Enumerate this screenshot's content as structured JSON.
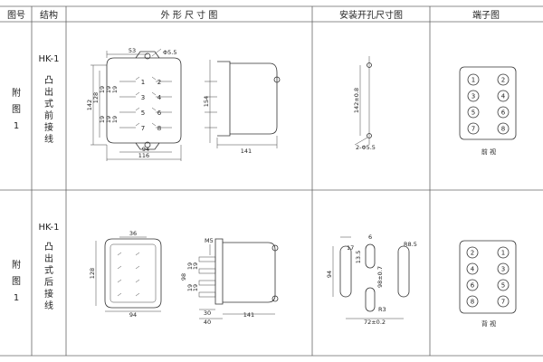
{
  "header": {
    "col_no": "图号",
    "col_struct": "结构",
    "col_outline": "外 形 尺 寸 图",
    "col_cutout": "安装开孔尺寸图",
    "col_terminal": "端子图"
  },
  "rows": [
    {
      "fig_chars": [
        "附",
        "图",
        "1"
      ],
      "model": "HK-1",
      "struct_chars": [
        "凸",
        "出",
        "式",
        "前",
        "接",
        "线"
      ],
      "outline": {
        "top_dims": [
          "53",
          "Φ5.5"
        ],
        "left_dims": [
          "142",
          "128",
          "19",
          "19",
          "19",
          "19",
          "19",
          "19"
        ],
        "pin_labels": [
          "1",
          "2",
          "3",
          "4",
          "5",
          "6",
          "7",
          "8"
        ],
        "bottom_dims": [
          "94",
          "116"
        ],
        "side_height": "154",
        "side_depth": "141"
      },
      "cutout": {
        "vertical_dim": "142±0.8",
        "hole_dim": "2-Φ5.5"
      },
      "terminal": {
        "left": [
          "1",
          "3",
          "5",
          "7"
        ],
        "right": [
          "2",
          "4",
          "6",
          "8"
        ],
        "caption": "前 视"
      }
    },
    {
      "fig_chars": [
        "附",
        "图",
        "1"
      ],
      "model": "HK-1",
      "struct_chars": [
        "凸",
        "出",
        "式",
        "后",
        "接",
        "线"
      ],
      "outline": {
        "top_dims": [
          "36"
        ],
        "left_dims": [
          "128"
        ],
        "bottom_dims": [
          "94"
        ],
        "screw": "M5",
        "side_left_dims": [
          "98",
          "19",
          "19",
          "19",
          "19"
        ],
        "side_bottom_dims": [
          "30",
          "40"
        ],
        "side_depth": "141"
      },
      "cutout": {
        "dims": [
          "17",
          "6",
          "R8.5",
          "94",
          "13.5",
          "98±0.7",
          "R3",
          "72±0.2"
        ]
      },
      "terminal": {
        "left": [
          "2",
          "4",
          "6",
          "8"
        ],
        "right": [
          "1",
          "3",
          "5",
          "7"
        ],
        "caption": "背 视"
      }
    }
  ]
}
